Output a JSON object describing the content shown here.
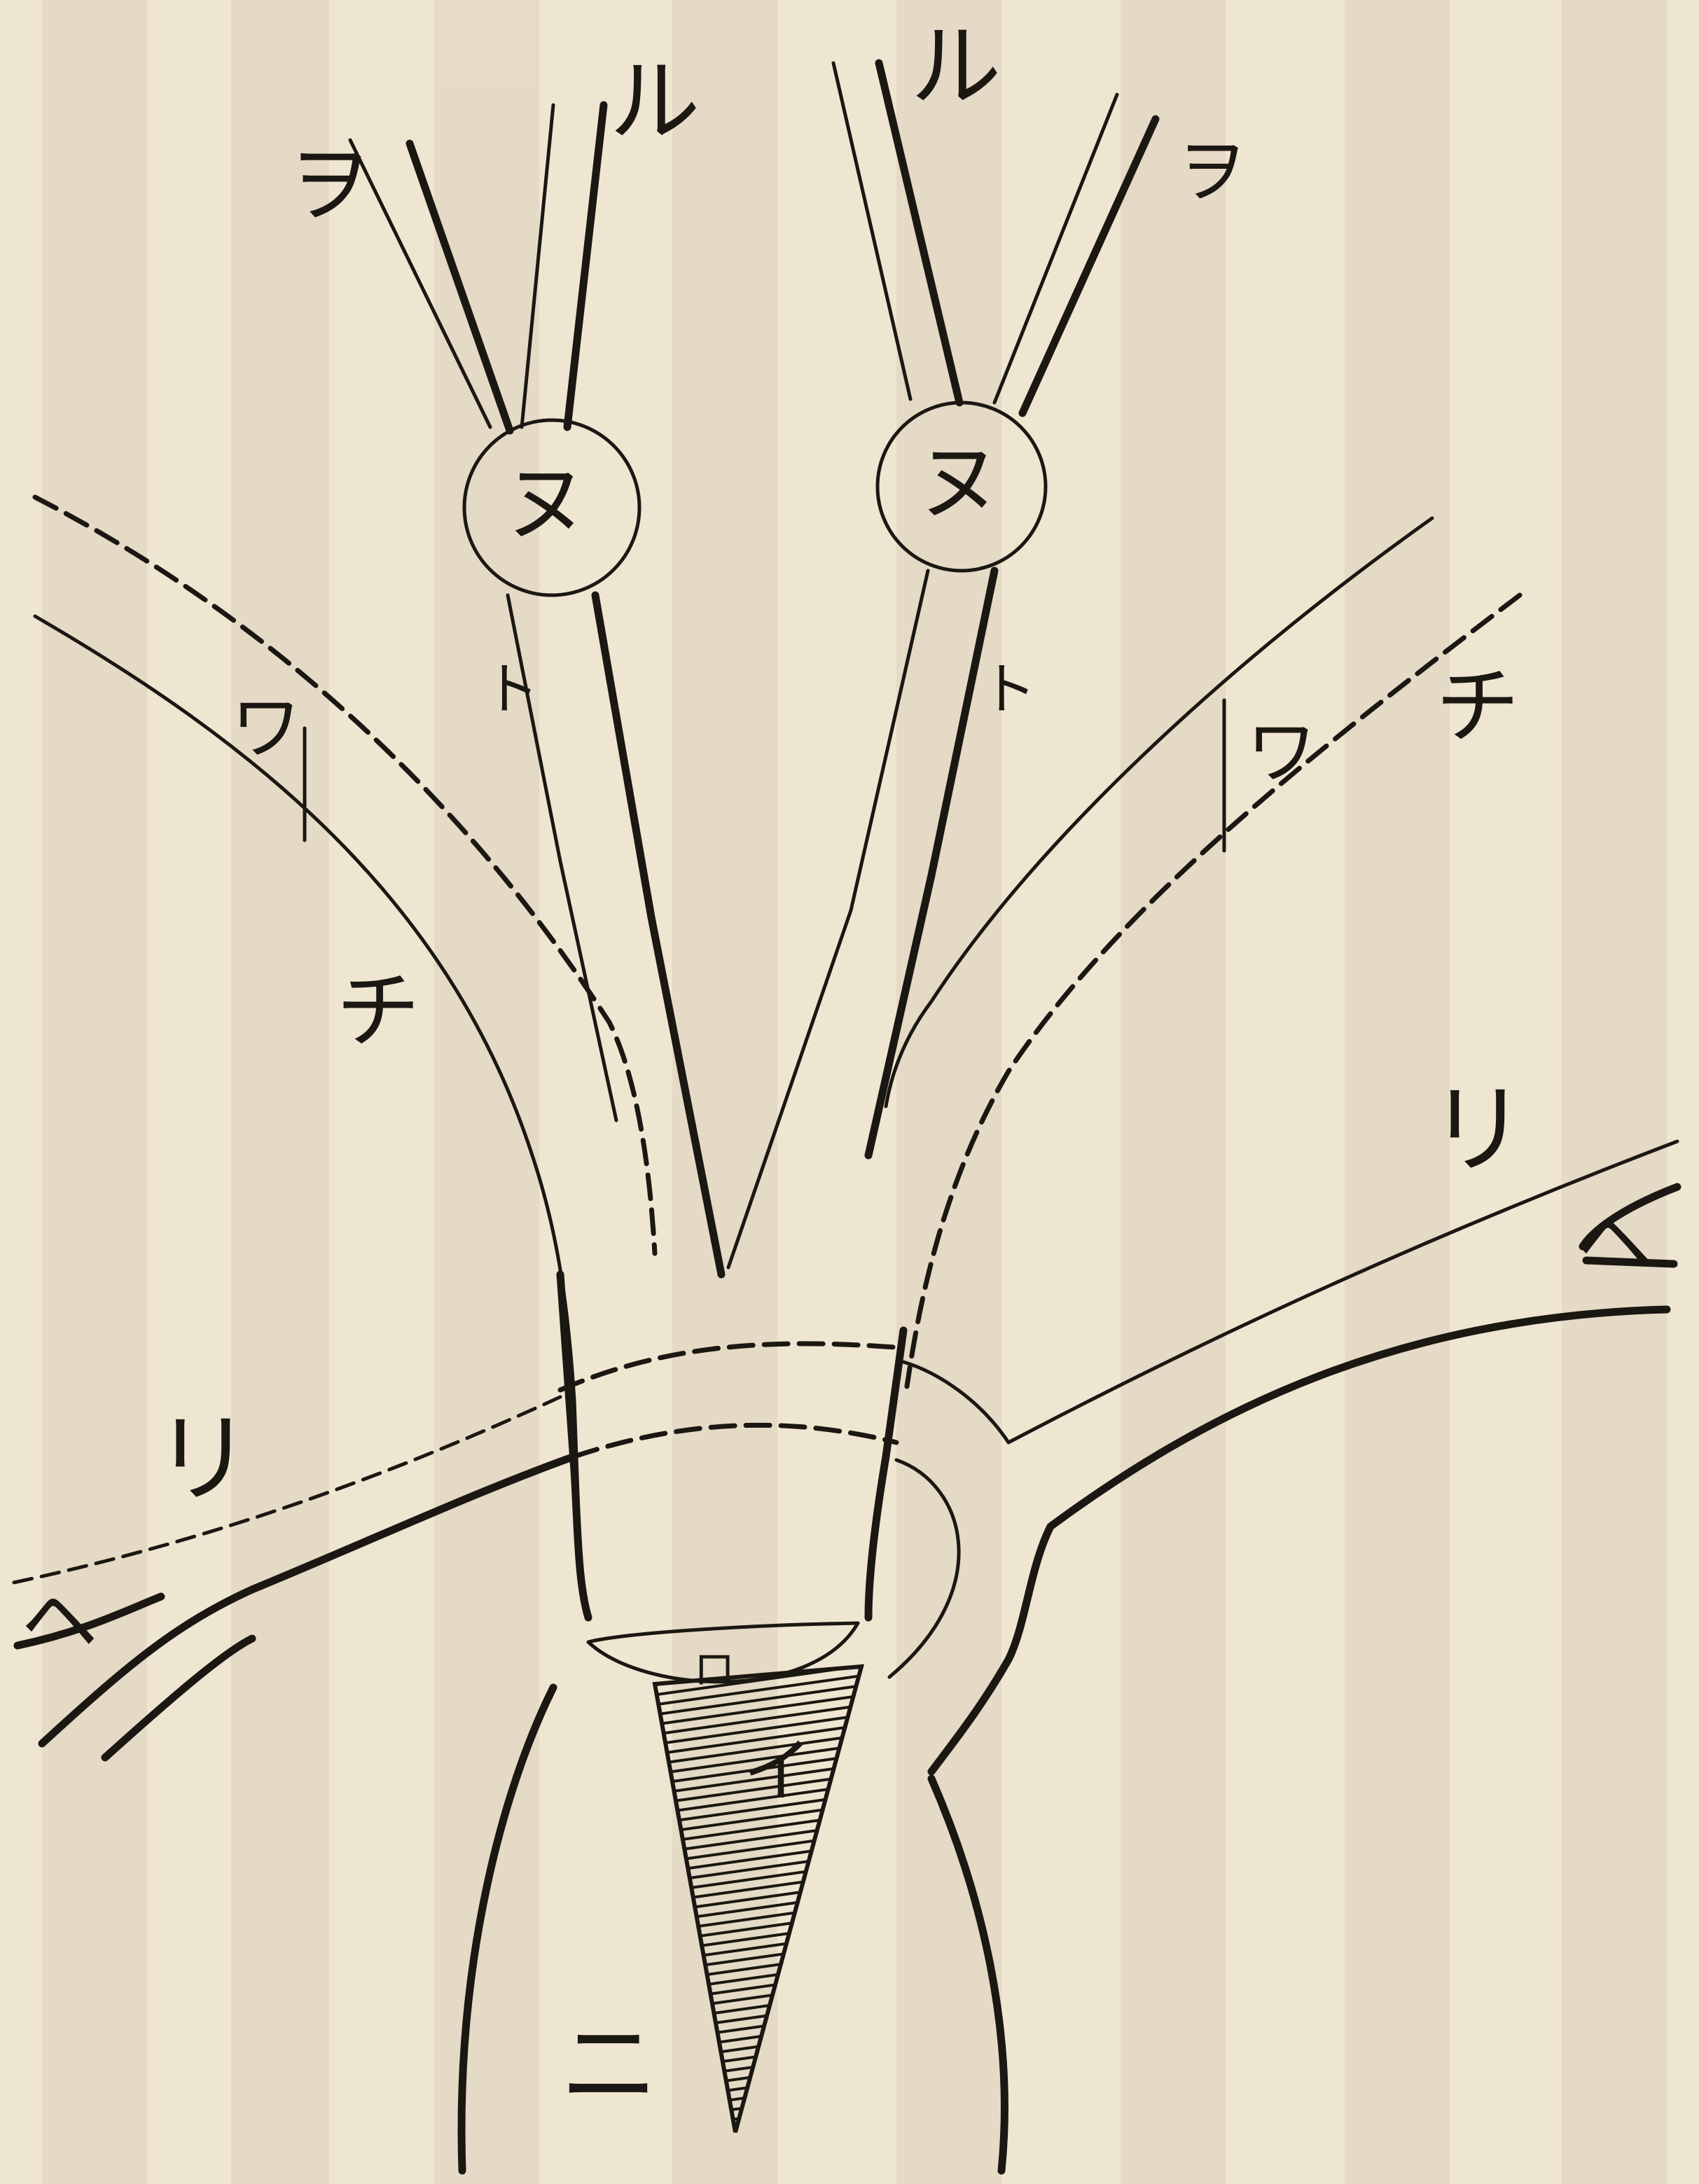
{
  "colors": {
    "paper": "#efe6d2",
    "ink": "#1b1712"
  },
  "labels": {
    "wo_left": "ヲ",
    "ru_left": "ル",
    "ru_right": "ル",
    "wo_right": "ヲ",
    "nu_left": "ヌ",
    "nu_right": "ヌ",
    "to_left": "ト",
    "to_right": "ト",
    "wa_left": "ワ",
    "wa_right": "ワ",
    "chi_left": "チ",
    "chi_right": "チ",
    "ri_left": "リ",
    "ri_right": "リ",
    "he_right": "ヘ",
    "he_left": "ヘ",
    "ro": "ロ",
    "i": "イ",
    "ni": "ニ"
  }
}
